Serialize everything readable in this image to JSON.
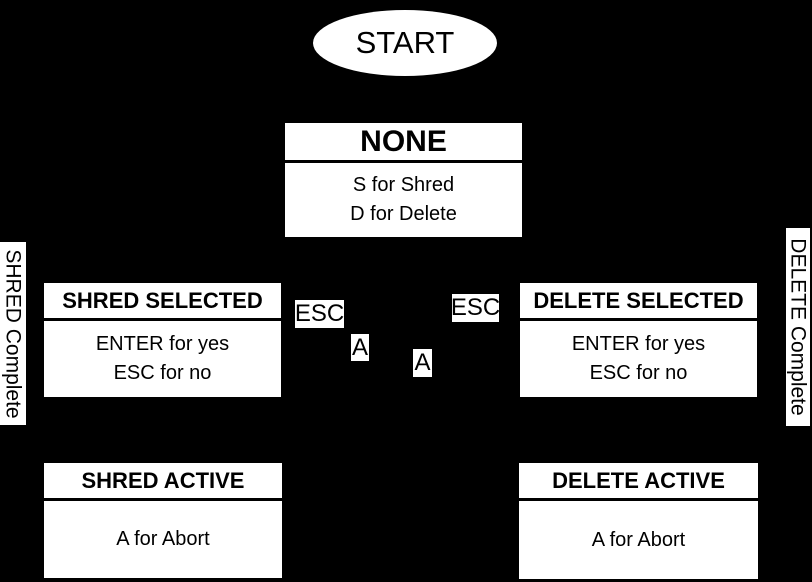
{
  "diagram": {
    "type": "state-diagram",
    "colors": {
      "background": "#000000",
      "node_fill": "#ffffff",
      "node_text": "#000000"
    },
    "start": {
      "label": "START"
    },
    "states": [
      {
        "id": "none",
        "title": "NONE",
        "lines": [
          "S for Shred",
          "D for Delete"
        ]
      },
      {
        "id": "shred-selected",
        "title": "SHRED SELECTED",
        "lines": [
          "ENTER for yes",
          "ESC for no"
        ]
      },
      {
        "id": "delete-selected",
        "title": "DELETE SELECTED",
        "lines": [
          "ENTER for yes",
          "ESC for no"
        ]
      },
      {
        "id": "shred-active",
        "title": "SHRED ACTIVE",
        "lines": [
          "A for Abort"
        ]
      },
      {
        "id": "delete-active",
        "title": "DELETE ACTIVE",
        "lines": [
          "A for Abort"
        ]
      }
    ],
    "edge_labels": {
      "esc_left": "ESC",
      "esc_right": "ESC",
      "a_left": "A",
      "a_right": "A"
    },
    "vertical_labels": {
      "shred_complete": "SHRED Complete",
      "delete_complete": "DELETE Complete"
    }
  }
}
